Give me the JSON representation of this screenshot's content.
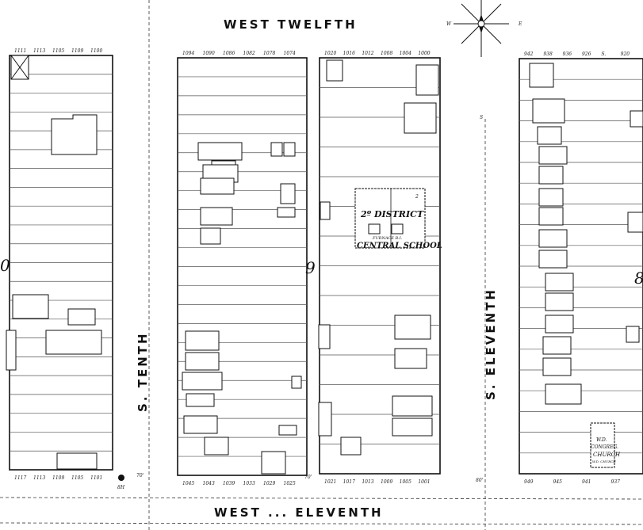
{
  "streets": {
    "north": "WEST  TWELFTH",
    "south": "WEST ... ELEVENTH",
    "west": "S. TENTH",
    "east": "S. ELEVENTH"
  },
  "block_numbers": {
    "left": "0",
    "middle": "9",
    "right": "8"
  },
  "compass": {
    "w": "W",
    "e": "E",
    "s": "S"
  },
  "school": {
    "line1": "2º DISTRICT",
    "line2": "FURNACE B.I.",
    "line3": "CENTRAL SCHOOL",
    "story": "2"
  },
  "church": {
    "line1": "W.D.",
    "line2": "CONGREG.",
    "line3": "CHURCH",
    "line4": "W.D. CHURCH"
  },
  "dimensions": {
    "left": "70'",
    "middle": "70'",
    "right": "80'"
  },
  "hydrant_label": "8H",
  "addresses": {
    "block_a_top": [
      "1111",
      "1113",
      "1105",
      "1109",
      "1100"
    ],
    "block_a_bottom": [
      "1117",
      "1113",
      "1109",
      "1105",
      "1101"
    ],
    "block_b_top": [
      "1094",
      "1090",
      "1086",
      "1082",
      "1078",
      "1074"
    ],
    "block_b_bottom": [
      "1045",
      "1043",
      "1039",
      "1033",
      "1029",
      "1025"
    ],
    "block_c_top": [
      "1020",
      "1016",
      "1012",
      "1008",
      "1004",
      "1000"
    ],
    "block_c_bottom": [
      "1021",
      "1017",
      "1013",
      "1009",
      "1005",
      "1001"
    ],
    "block_d_top": [
      "942",
      "938",
      "936",
      "926",
      "S.",
      "920"
    ],
    "block_d_bottom": [
      "949",
      "945",
      "941",
      "937"
    ]
  }
}
